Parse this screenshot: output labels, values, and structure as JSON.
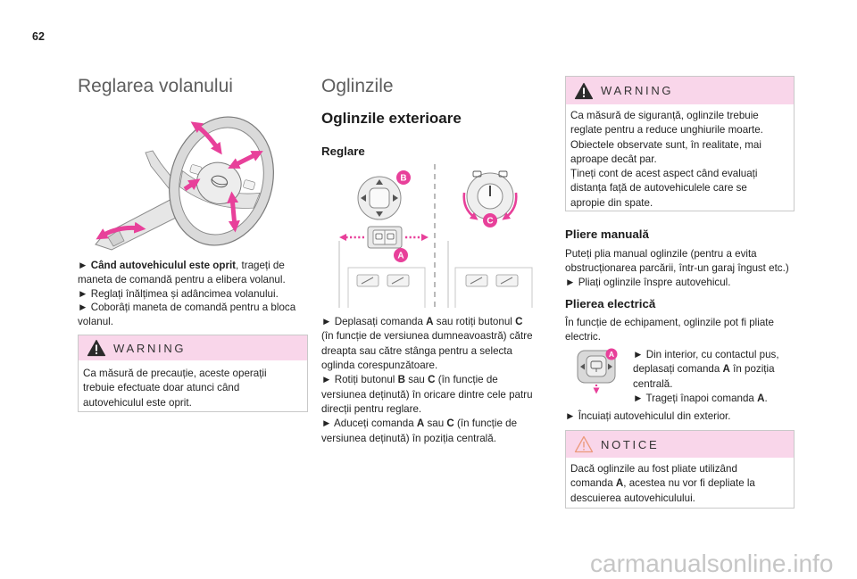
{
  "page_number": "62",
  "colors": {
    "accent_pink": "#e8409a",
    "box_header_pink": "#f9d6ea",
    "box_border": "#c9c9c9",
    "text": "#232323",
    "title_gray": "#5e5e5e",
    "notice_icon": "#ec9a7c"
  },
  "steering": {
    "title": "Reglarea volanului",
    "steps": [
      [
        "► ",
        {
          "b": "Când autovehiculul este oprit"
        },
        ", trageți de"
      ],
      "maneta de comandă pentru a elibera volanul.",
      "► Reglați înălțimea și adâncimea volanului.",
      "► Coborâți maneta de comandă pentru a bloca",
      "volanul."
    ],
    "warning": {
      "icon": "warning-triangle-icon",
      "label": "WARNING",
      "lines": [
        "Ca măsură de precauție, aceste operații",
        "trebuie efectuate doar atunci când",
        "autovehiculul este oprit."
      ]
    }
  },
  "mirrors": {
    "title": "Oglinzile",
    "subtitle": "Oglinzile exterioare",
    "adjust_heading": "Reglare",
    "labels": {
      "b": "B",
      "a": "A",
      "c": "C"
    },
    "steps": [
      [
        "► Deplasați comanda ",
        {
          "b": "A"
        },
        " sau rotiți butonul ",
        {
          "b": "C"
        }
      ],
      "(în funcție de versiunea dumneavoastră) către",
      "dreapta sau către stânga pentru a selecta",
      "oglinda corespunzătoare.",
      [
        "► Rotiți butonul ",
        {
          "b": "B"
        },
        " sau ",
        {
          "b": "C"
        },
        " (în funcție de"
      ],
      "versiunea deținută) în oricare dintre cele patru",
      "direcții pentru reglare.",
      [
        "► Aduceți comanda ",
        {
          "b": "A"
        },
        " sau ",
        {
          "b": "C"
        },
        " (în funcție de"
      ],
      "versiunea deținută) în poziția centrală."
    ]
  },
  "mirrors_right": {
    "warning": {
      "icon": "warning-triangle-icon",
      "label": "WARNING",
      "lines": [
        "Ca măsură de siguranță, oglinzile trebuie",
        "reglate pentru a reduce unghiurile moarte.",
        "Obiectele observate sunt, în realitate, mai",
        "aproape decât par.",
        "Țineți cont de acest aspect când evaluați",
        "distanța față de autovehiculele care se",
        "apropie din spate."
      ]
    },
    "manual_heading": "Pliere manuală",
    "manual_lines": [
      "Puteți plia manual oglinzile (pentru a evita",
      "obstrucționarea parcării, într-un garaj îngust etc.)",
      "► Pliați oglinzile înspre autovehicul."
    ],
    "electric_heading": "Plierea electrică",
    "electric_intro": [
      "În funcție de echipament, oglinzile pot fi pliate",
      "electric."
    ],
    "electric_label": "A",
    "electric_steps": [
      "► Din interior, cu contactul pus,",
      [
        "deplasați comanda ",
        {
          "b": "A"
        },
        " în poziția"
      ],
      "centrală.",
      [
        "► Trageți înapoi comanda ",
        {
          "b": "A"
        },
        "."
      ]
    ],
    "lock_lines": [
      "► Încuiați autovehiculul din exterior."
    ],
    "notice": {
      "icon": "notice-triangle-icon",
      "label": "NOTICE",
      "lines": [
        "Dacă oglinzile au fost pliate utilizând",
        [
          "comanda ",
          {
            "b": "A"
          },
          ", acestea nu vor fi depliate la"
        ],
        "descuierea autovehiculului."
      ]
    }
  },
  "watermark": "carmanualsonline.info"
}
